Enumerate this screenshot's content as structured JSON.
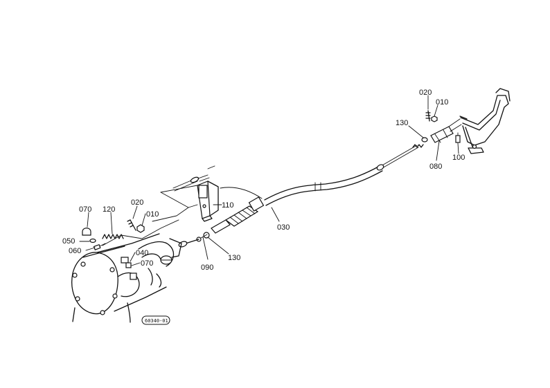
{
  "parts": {
    "p010a": "010",
    "p020a": "020",
    "p130a": "130",
    "p080": "080",
    "p100": "100",
    "p110": "110",
    "p030": "030",
    "p070a": "070",
    "p120": "120",
    "p020b": "020",
    "p010b": "010",
    "p050": "050",
    "p060": "060",
    "p040": "040",
    "p070b": "070",
    "p090": "090",
    "p130b": "130"
  },
  "diagram_code": "60340-01"
}
